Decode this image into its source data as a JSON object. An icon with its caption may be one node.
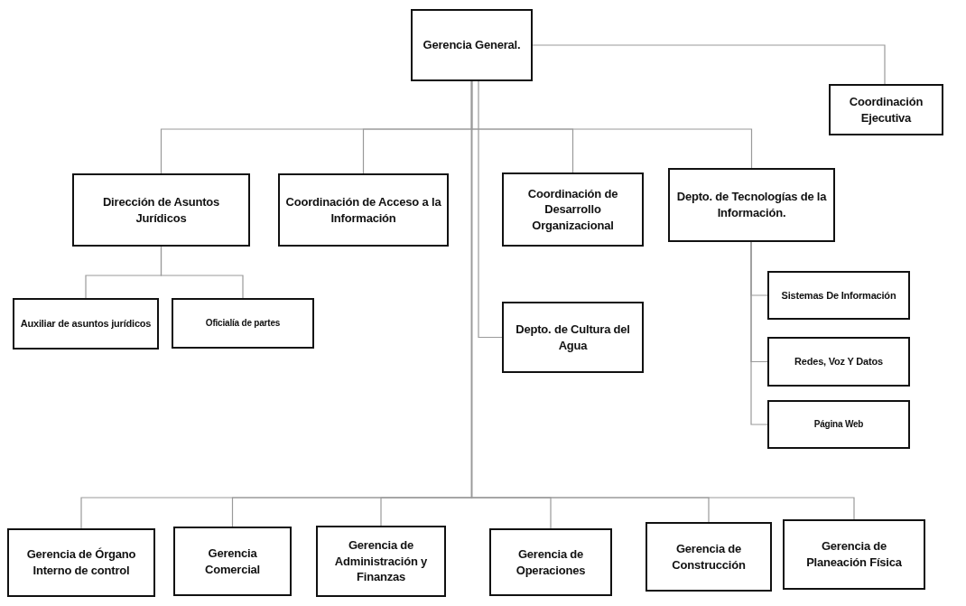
{
  "diagram": {
    "nodes": [
      {
        "text": [
          "Gerencia General."
        ]
      },
      {
        "text": [
          "Coordinación Ejecutiva"
        ]
      },
      {
        "text": [
          "Dirección de Asuntos Jurídicos"
        ]
      },
      {
        "text": [
          "Coordinación de Acceso a la Información"
        ]
      },
      {
        "text": [
          "Coordinación de Desarrollo Organizacional"
        ]
      },
      {
        "text": [
          "Depto. de Tecnologías de la Información."
        ]
      },
      {
        "text": [
          "Auxiliar de asuntos jurídicos"
        ]
      },
      {
        "text": [
          "Oficialía de partes"
        ]
      },
      {
        "text": [
          "Depto. de Cultura del Agua"
        ]
      },
      {
        "text": [
          "Sistemas De Información"
        ]
      },
      {
        "text": [
          "Redes, Voz Y Datos"
        ]
      },
      {
        "text": [
          "Página Web"
        ]
      },
      {
        "text": [
          "Gerencia de Órgano Interno de control"
        ]
      },
      {
        "text": [
          "Gerencia Comercial"
        ]
      },
      {
        "text": [
          "Gerencia de Administración y Finanzas"
        ]
      },
      {
        "text": [
          "Gerencia de Operaciones"
        ]
      },
      {
        "text": [
          "Gerencia de Construcción"
        ]
      },
      {
        "text": [
          "Gerencia de Planeación Física"
        ]
      }
    ],
    "edges": [
      {
        "from": 0,
        "to": 1,
        "arrow": "none"
      },
      {
        "from": 0,
        "to": 2,
        "arrow": "none"
      },
      {
        "from": 0,
        "to": 3,
        "arrow": "none"
      },
      {
        "from": 0,
        "to": 4,
        "arrow": "none"
      },
      {
        "from": 0,
        "to": 5,
        "arrow": "none"
      },
      {
        "from": 0,
        "to": 8,
        "arrow": "none"
      },
      {
        "from": 2,
        "to": 6,
        "arrow": "none"
      },
      {
        "from": 2,
        "to": 7,
        "arrow": "none"
      },
      {
        "from": 5,
        "to": 9,
        "arrow": "none"
      },
      {
        "from": 5,
        "to": 10,
        "arrow": "none"
      },
      {
        "from": 5,
        "to": 11,
        "arrow": "none"
      },
      {
        "from": 0,
        "to": 12,
        "arrow": "none"
      },
      {
        "from": 0,
        "to": 13,
        "arrow": "none"
      },
      {
        "from": 0,
        "to": 14,
        "arrow": "none"
      },
      {
        "from": 0,
        "to": 15,
        "arrow": "none"
      },
      {
        "from": 0,
        "to": 16,
        "arrow": "none"
      },
      {
        "from": 0,
        "to": 17,
        "arrow": "none"
      }
    ]
  }
}
